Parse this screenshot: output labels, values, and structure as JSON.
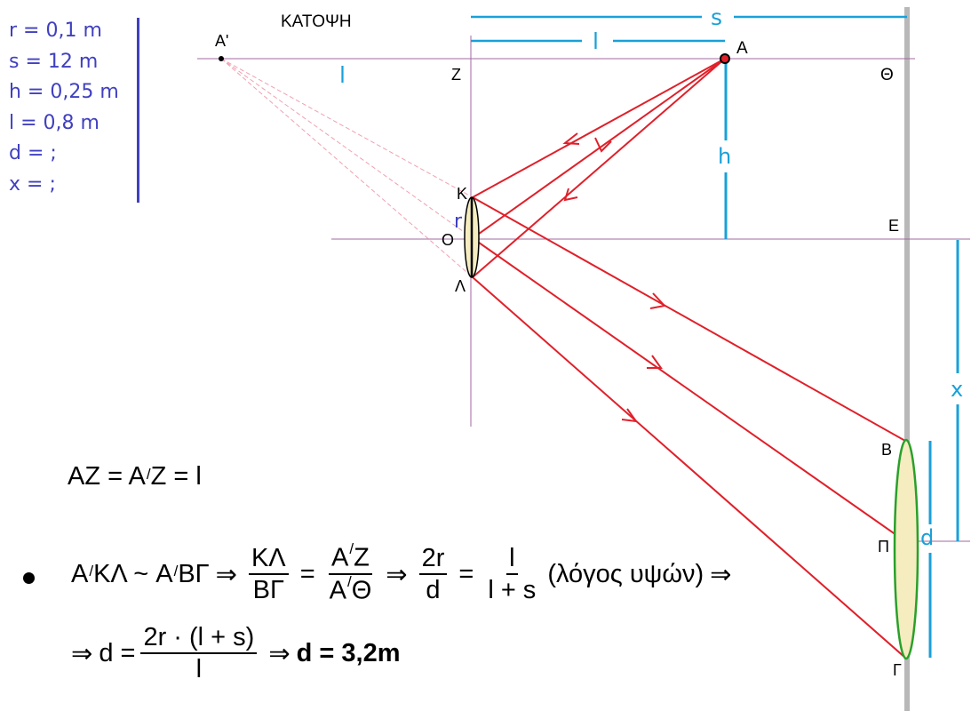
{
  "title": "ΚΑΤΟΨΗ",
  "givens": [
    "r = 0,1 m",
    "s = 12 m",
    "h = 0,25 m",
    "l = 0,8 m",
    "d = ;",
    "x = ;"
  ],
  "labels": {
    "A_prime": "Α'",
    "A": "Α",
    "Z": "Ζ",
    "Theta": "Θ",
    "K": "Κ",
    "O": "Ο",
    "L": "Λ",
    "E": "Ε",
    "B": "Β",
    "P": "Π",
    "G": "Γ",
    "r": "r",
    "s": "s",
    "l_top": "l",
    "l_left": "l",
    "h": "h",
    "x": "x",
    "d": "d"
  },
  "equations": {
    "eq1": {
      "lhs": "AZ = A",
      "mid": "Z = l"
    },
    "eq2": {
      "sim_left": "A",
      "sim_left_rest": "ΚΛ ~ A",
      "sim_right_rest": "ΒΓ",
      "f1_num": "ΚΛ",
      "f1_den": "ΒΓ",
      "f2_num_a": "A",
      "f2_num_b": "Z",
      "f2_den_a": "A",
      "f2_den_b": "Θ",
      "f3_num": "2r",
      "f3_den": "d",
      "f4_num": "l",
      "f4_den": "l + s",
      "note": "(λόγος υψών)"
    },
    "eq3": {
      "lhs": "d =",
      "num": "2r · (l + s)",
      "den": "l",
      "result": "d = 3,2m"
    }
  },
  "colors": {
    "ray": "#e0202a",
    "guide": "#1aa0d8",
    "axis": "#a06aa0",
    "text_blue": "#4040c0",
    "lens_fill": "#f5ecc0",
    "mirror_lens": "#2aa02a",
    "screen": "#b8b8b8"
  }
}
